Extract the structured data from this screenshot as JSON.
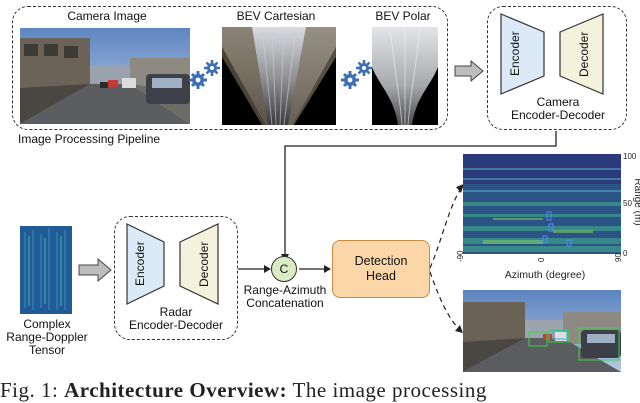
{
  "pipeline": {
    "title": "Image Processing Pipeline",
    "camera_image_label": "Camera Image",
    "bev_cartesian_label": "BEV Cartesian",
    "bev_polar_label": "BEV Polar"
  },
  "camera_encdec": {
    "encoder": "Encoder",
    "decoder": "Decoder",
    "caption_line1": "Camera",
    "caption_line2": "Encoder-Decoder"
  },
  "radar": {
    "tensor_line1": "Complex",
    "tensor_line2": "Range-Doppler",
    "tensor_line3": "Tensor",
    "encoder": "Encoder",
    "decoder": "Decoder",
    "caption_line1": "Radar",
    "caption_line2": "Encoder-Decoder"
  },
  "concat": {
    "symbol": "C",
    "label_line1": "Range-Azimuth",
    "label_line2": "Concatenation"
  },
  "detection_head": {
    "line1": "Detection",
    "line2": "Head"
  },
  "output_plot": {
    "xlabel": "Azimuth (degree)",
    "ylabel": "Range (m)",
    "x_ticks": [
      "-90",
      "0",
      "90"
    ],
    "y_ticks": [
      "100",
      "50",
      "0"
    ]
  },
  "caption": {
    "prefix": "Fig. 1:",
    "bold": "Architecture Overview:",
    "rest": "The image processing"
  },
  "colors": {
    "encoder_fill": "#dce9f7",
    "decoder_fill": "#f4f1dc",
    "detection_fill": "#fbd6a8",
    "detection_stroke": "#c98a3e",
    "concat_fill": "#d9ecc4",
    "arrow_fill": "#bdbdbd",
    "gear": "#3f6fb3"
  },
  "icons": [
    "gear-icon",
    "block-arrow-icon"
  ]
}
